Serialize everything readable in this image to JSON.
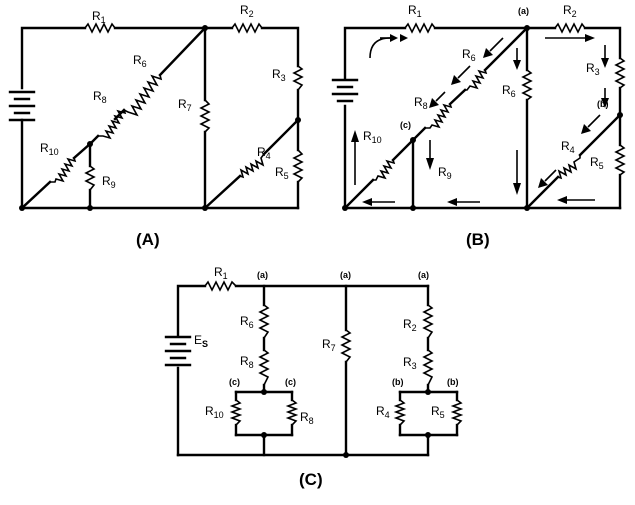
{
  "panels": {
    "a": {
      "caption": "(A)",
      "labels": {
        "r1": {
          "main": "R",
          "sub": "1"
        },
        "r2": {
          "main": "R",
          "sub": "2"
        },
        "r3": {
          "main": "R",
          "sub": "3"
        },
        "r4": {
          "main": "R",
          "sub": "4"
        },
        "r5": {
          "main": "R",
          "sub": "5"
        },
        "r6": {
          "main": "R",
          "sub": "6"
        },
        "r7": {
          "main": "R",
          "sub": "7"
        },
        "r8": {
          "main": "R",
          "sub": "8"
        },
        "r9": {
          "main": "R",
          "sub": "9"
        },
        "r10": {
          "main": "R",
          "sub": "10"
        }
      }
    },
    "b": {
      "caption": "(B)",
      "nodes": {
        "a": "(a)",
        "b": "(b)",
        "c": "(c)"
      },
      "labels": {
        "r1": {
          "main": "R",
          "sub": "1"
        },
        "r2": {
          "main": "R",
          "sub": "2"
        },
        "r3": {
          "main": "R",
          "sub": "3"
        },
        "r4": {
          "main": "R",
          "sub": "4"
        },
        "r5": {
          "main": "R",
          "sub": "5"
        },
        "r6a": {
          "main": "R",
          "sub": "6"
        },
        "r6b": {
          "main": "R",
          "sub": "6"
        },
        "r8": {
          "main": "R",
          "sub": "8"
        },
        "r9": {
          "main": "R",
          "sub": "9"
        },
        "r10": {
          "main": "R",
          "sub": "10"
        }
      }
    },
    "c": {
      "caption": "(C)",
      "source": {
        "main": "E",
        "sub": "S"
      },
      "nodes": {
        "a1": "(a)",
        "a2": "(a)",
        "a3": "(a)",
        "b1": "(b)",
        "b2": "(b)",
        "c1": "(c)",
        "c2": "(c)"
      },
      "labels": {
        "r1": {
          "main": "R",
          "sub": "1"
        },
        "r2": {
          "main": "R",
          "sub": "2"
        },
        "r3": {
          "main": "R",
          "sub": "3"
        },
        "r4": {
          "main": "R",
          "sub": "4"
        },
        "r5": {
          "main": "R",
          "sub": "5"
        },
        "r6": {
          "main": "R",
          "sub": "6"
        },
        "r7": {
          "main": "R",
          "sub": "7"
        },
        "r8a": {
          "main": "R",
          "sub": "8"
        },
        "r8b": {
          "main": "R",
          "sub": "8"
        },
        "r10": {
          "main": "R",
          "sub": "10"
        }
      }
    }
  }
}
